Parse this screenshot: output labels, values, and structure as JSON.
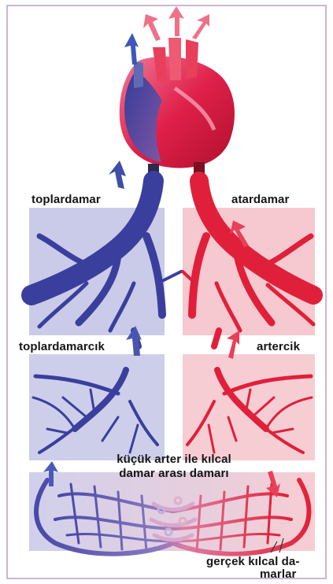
{
  "labels": {
    "vein": "toplardamar",
    "artery": "atardamar",
    "venule": "toplardamarcık",
    "arteriole": "artercik",
    "shunt_line1": "küçük arter ile kılcal",
    "shunt_line2": "damar arası damarı",
    "capillary_line1": "gerçek kılcal da-",
    "capillary_line2": "marlar"
  },
  "colors": {
    "vein": "#3a3f9e",
    "vein_light": "#c9cbe8",
    "artery": "#e0203a",
    "artery_light": "#f6c8cf",
    "heart": "#d81e4a",
    "frame": "#c9b6d8"
  },
  "icons": [
    "heart-illustration",
    "blood-flow-arrow-icon"
  ]
}
